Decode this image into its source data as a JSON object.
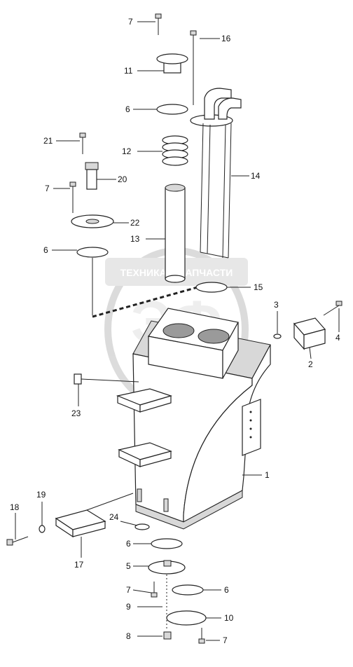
{
  "watermark": {
    "brand_text": "ТЕХНИКА И ЗАПЧАСТИ",
    "monogram": "ЭФ"
  },
  "callouts": [
    {
      "id": "c7a",
      "label": "7"
    },
    {
      "id": "c16",
      "label": "16"
    },
    {
      "id": "c11",
      "label": "11"
    },
    {
      "id": "c6a",
      "label": "6"
    },
    {
      "id": "c12",
      "label": "12"
    },
    {
      "id": "c21",
      "label": "21"
    },
    {
      "id": "c14",
      "label": "14"
    },
    {
      "id": "c20",
      "label": "20"
    },
    {
      "id": "c7b",
      "label": "7"
    },
    {
      "id": "c22",
      "label": "22"
    },
    {
      "id": "c13",
      "label": "13"
    },
    {
      "id": "c6b",
      "label": "6"
    },
    {
      "id": "c15",
      "label": "15"
    },
    {
      "id": "c3",
      "label": "3"
    },
    {
      "id": "c4",
      "label": "4"
    },
    {
      "id": "c2",
      "label": "2"
    },
    {
      "id": "c23",
      "label": "23"
    },
    {
      "id": "c1",
      "label": "1"
    },
    {
      "id": "c18",
      "label": "18"
    },
    {
      "id": "c19",
      "label": "19"
    },
    {
      "id": "c24",
      "label": "24"
    },
    {
      "id": "c17",
      "label": "17"
    },
    {
      "id": "c6c",
      "label": "6"
    },
    {
      "id": "c5",
      "label": "5"
    },
    {
      "id": "c6d",
      "label": "6"
    },
    {
      "id": "c7c",
      "label": "7"
    },
    {
      "id": "c9",
      "label": "9"
    },
    {
      "id": "c10",
      "label": "10"
    },
    {
      "id": "c8",
      "label": "8"
    },
    {
      "id": "c7d",
      "label": "7"
    }
  ]
}
